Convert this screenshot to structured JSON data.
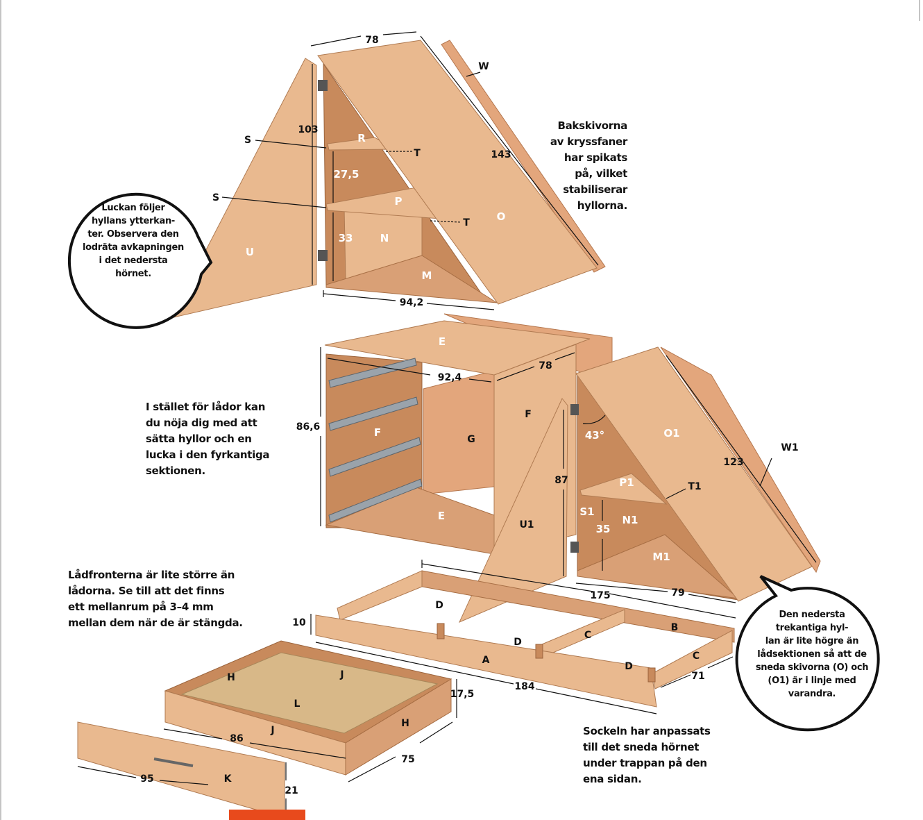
{
  "parts": {
    "W": "W",
    "S": "S",
    "R": "R",
    "T": "T",
    "P": "P",
    "O": "O",
    "N": "N",
    "U": "U",
    "M": "M",
    "E": "E",
    "F": "F",
    "G": "G",
    "O1": "O1",
    "W1": "W1",
    "P1": "P1",
    "T1": "T1",
    "S1": "S1",
    "N1": "N1",
    "U1": "U1",
    "M1": "M1",
    "A": "A",
    "B": "B",
    "C": "C",
    "D": "D",
    "H": "H",
    "J": "J",
    "L": "L",
    "K": "K"
  },
  "dimensions": {
    "top_width": "78",
    "top_height": "103",
    "shelf_gap_upper": "27,5",
    "slope_top": "143",
    "shelf_gap_lower": "33",
    "top_base": "94,2",
    "box_width": "92,4",
    "box_depth": "78",
    "box_height": "86,6",
    "angle": "43°",
    "slope_right": "123",
    "door_height": "87",
    "shelf_gap_right": "35",
    "base_length_back": "175",
    "base_depth_right": "79",
    "base_height": "10",
    "base_length_front": "184",
    "base_end": "71",
    "drawer_height": "17,5",
    "drawer_width": "86",
    "drawer_depth": "75",
    "front_width": "95",
    "front_height": "21"
  },
  "notes": {
    "back_panels": [
      "Bakskivorna",
      "av kryssfaner",
      "har spikats",
      "på, vilket",
      "stabiliserar",
      "hyllorna."
    ],
    "shelves_alt": [
      "I stället för lådor kan",
      "du nöja dig med att",
      "sätta hyllor och en",
      "lucka i den fyrkantiga",
      "sektionen."
    ],
    "drawer_fronts": [
      "Lådfronterna är lite större än",
      "lådorna. Se till att det finns",
      "ett mellanrum på 3–4 mm",
      "mellan dem när de är stängda."
    ],
    "plinth": [
      "Sockeln har anpassats",
      "till det sneda hörnet",
      "under trappan på den",
      "ena sidan."
    ]
  },
  "bubbles": {
    "door": [
      "Luckan följer",
      "hyllans ytterkan-",
      "ter. Observera den",
      "lodräta avkapningen",
      "i det nedersta",
      "hörnet."
    ],
    "bottom_shelf": [
      "Den nedersta",
      "trekantiga hyl-",
      "lan är lite högre än",
      "lådsektionen så att de",
      "sneda skivorna (O) och",
      "(O1) är i linje med",
      "varandra."
    ]
  },
  "colors": {
    "wood_light": "#e9b98f",
    "wood_mid": "#d9a076",
    "wood_dark": "#c88a5c",
    "accent": "#e84a1c"
  }
}
